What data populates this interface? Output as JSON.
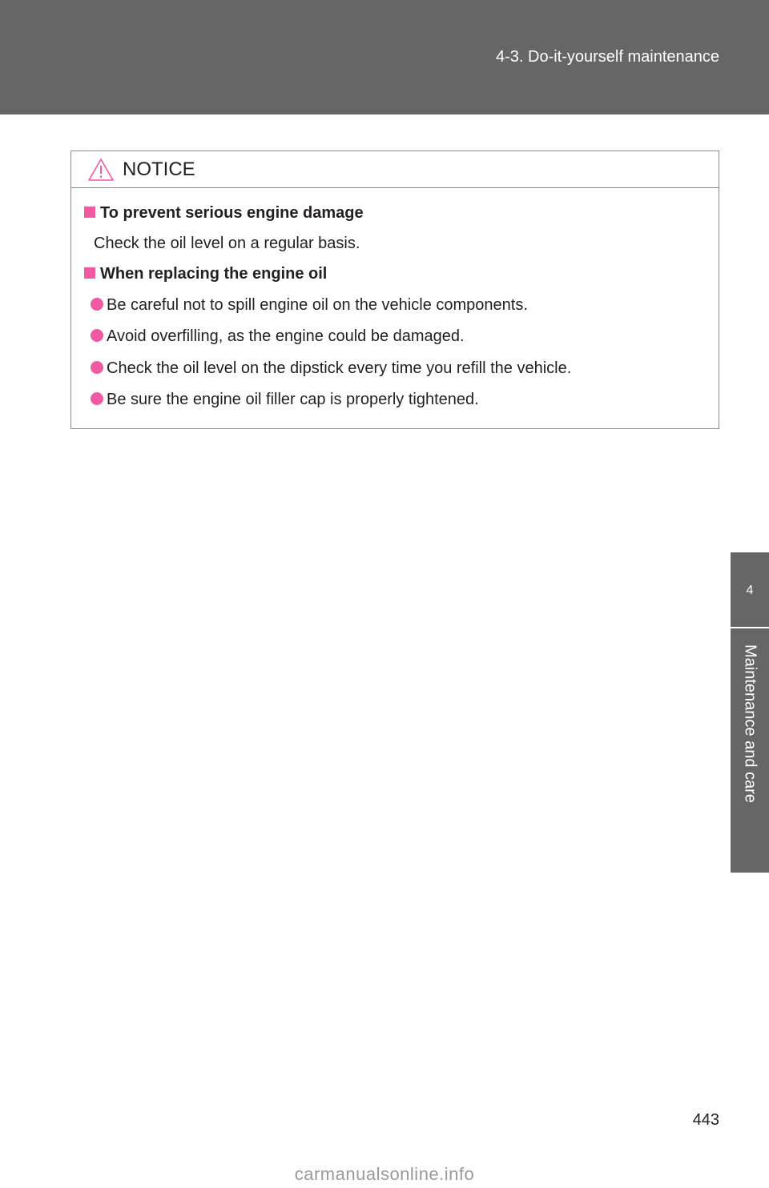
{
  "header": {
    "section": "4-3. Do-it-yourself maintenance"
  },
  "notice": {
    "title": "NOTICE",
    "sections": [
      {
        "heading": "To prevent serious engine damage",
        "text": "Check the oil level on a regular basis."
      },
      {
        "heading": "When replacing the engine oil",
        "bullets": [
          "Be careful not to spill engine oil on the vehicle components.",
          "Avoid overfilling, as the engine could be damaged.",
          "Check the oil level on the dipstick every time you refill the vehicle.",
          "Be sure the engine oil filler cap is properly tightened."
        ]
      }
    ]
  },
  "side_tab": {
    "chapter": "4",
    "label": "Maintenance and care"
  },
  "page_number": "443",
  "watermark": "carmanualsonline.info",
  "colors": {
    "header_bg": "#666666",
    "accent": "#f15aa3"
  },
  "icons": {
    "notice": "warning-triangle-icon",
    "heading": "square-bullet-icon",
    "item": "round-bullet-icon"
  }
}
